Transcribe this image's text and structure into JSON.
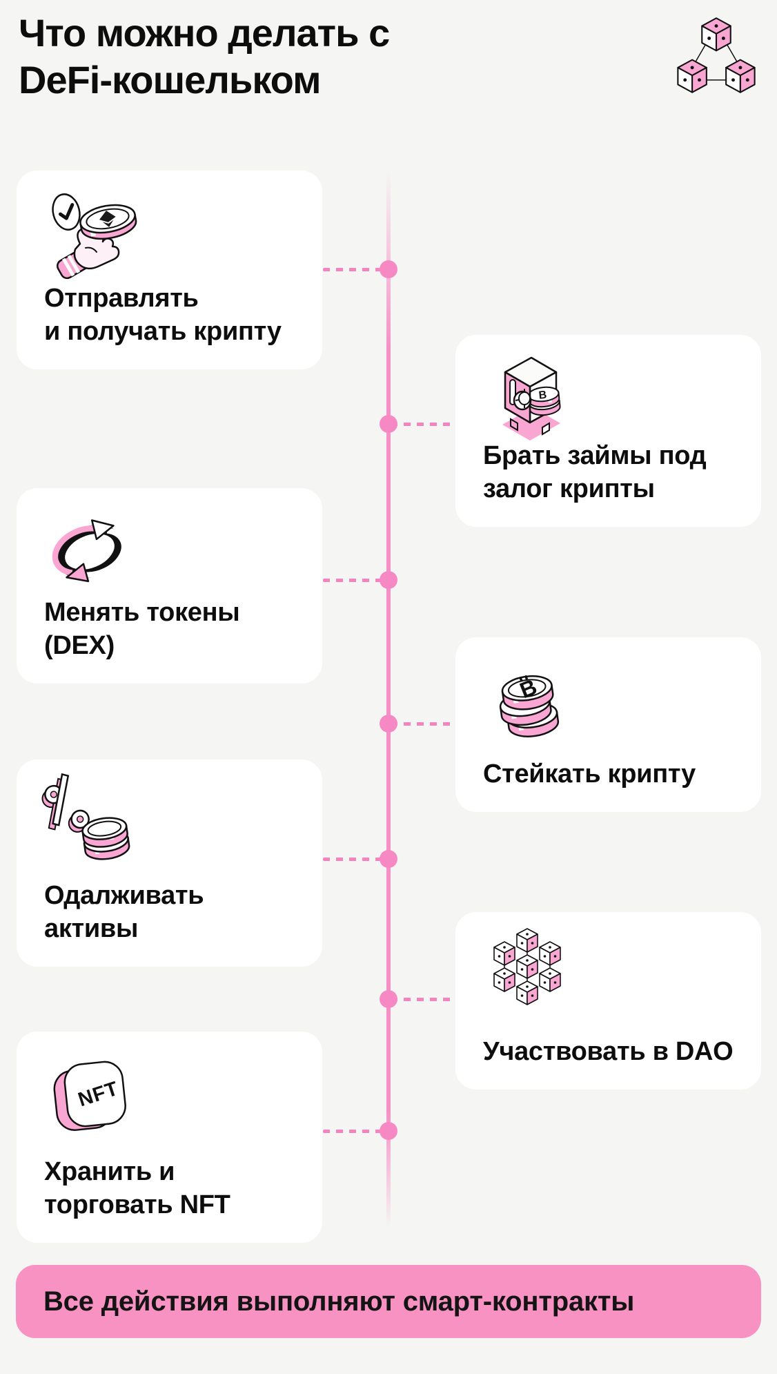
{
  "page": {
    "background_color": "#F5F5F3",
    "card_color": "#FFFFFF",
    "accent_pink": "#F584BE",
    "node_pink": "#F689C3",
    "icon_pink": "#F9A6D2",
    "banner_pink": "#F792C3",
    "text_color": "#0D0D0D"
  },
  "header": {
    "title": "Что можно делать с\nDeFi-кошельком",
    "logo_icon": "blockchain-cubes-icon"
  },
  "timeline": {
    "node_count": 7,
    "style": "vertical dashed pink line with round nodes"
  },
  "cards": [
    {
      "side": "left",
      "icon": "send-receive-crypto-icon",
      "label": "Отправлять\nи получать крипту"
    },
    {
      "side": "right",
      "icon": "crypto-loan-safe-icon",
      "label": "Брать займы под\nзалог крипты"
    },
    {
      "side": "left",
      "icon": "swap-tokens-icon",
      "label": "Менять токены\n(DEX)"
    },
    {
      "side": "right",
      "icon": "staking-coins-icon",
      "label": "Стейкать крипту"
    },
    {
      "side": "left",
      "icon": "lend-assets-percent-icon",
      "label": "Одалживать\nактивы"
    },
    {
      "side": "right",
      "icon": "dao-network-icon",
      "label": "Участвовать в DAO"
    },
    {
      "side": "left",
      "icon": "nft-badge-icon",
      "label": "Хранить и\nторговать NFT"
    }
  ],
  "footer": {
    "banner_text": "Все действия выполняют смарт-контракты"
  }
}
